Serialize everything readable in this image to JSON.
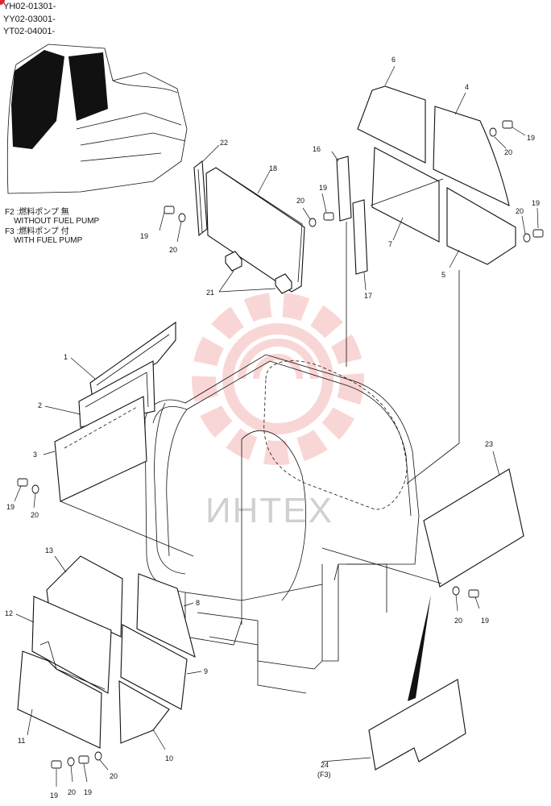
{
  "header": {
    "serials": [
      "YH02-01301-",
      "YY02-03001-",
      "YT02-04001-"
    ]
  },
  "legend": {
    "f2": "F2 :燃料ポンプ 無\n    WITHOUT FUEL PUMP",
    "f3": "F3 :燃料ポンプ 付\n    WITH FUEL PUMP"
  },
  "watermark": {
    "text": "ИНТЕХ",
    "color": "#e84a4a"
  },
  "callouts": {
    "p1": "1",
    "p2": "2",
    "p3": "3",
    "p4": "4",
    "p5": "5",
    "p6": "6",
    "p7": "7",
    "p8": "8",
    "p9": "9",
    "p10": "10",
    "p11": "11",
    "p12": "12",
    "p13": "13",
    "p16": "16",
    "p17": "17",
    "p18": "18",
    "p21": "21",
    "p22": "22",
    "p23": "23",
    "p24": "24",
    "p24note": "(F3)",
    "h19a": "19",
    "h20a": "20",
    "h19b": "19",
    "h20b": "20",
    "h19c": "19",
    "h20c": "20",
    "h19d": "19",
    "h20d": "20",
    "h19e": "19",
    "h20e": "20",
    "h19f": "19",
    "h20f": "20",
    "h19g": "19",
    "h20g": "20",
    "h19h": "19",
    "h20h": "20"
  }
}
